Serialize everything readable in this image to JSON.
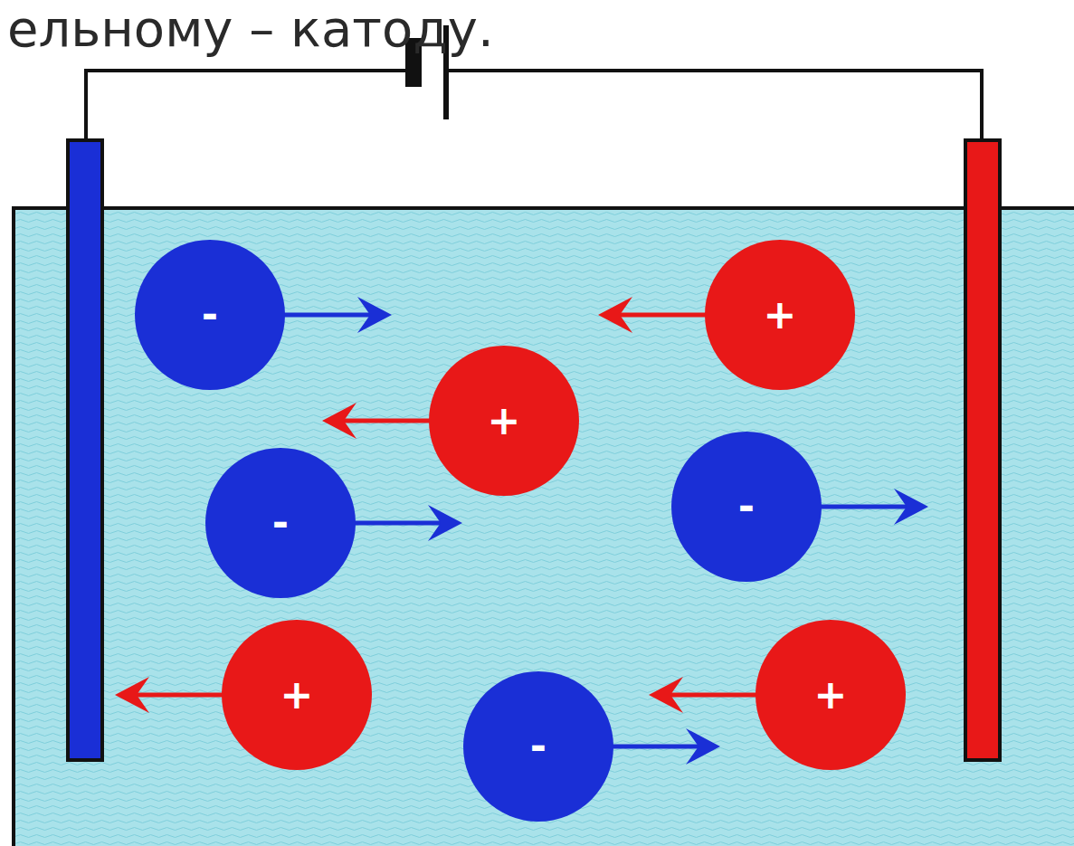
{
  "diagram": {
    "nodes": [
      {
        "text": [
          "-"
        ]
      },
      {
        "text": [
          "+"
        ]
      },
      {
        "text": [
          "+"
        ]
      },
      {
        "text": [
          "-"
        ]
      },
      {
        "text": [
          "-"
        ]
      },
      {
        "text": [
          "+"
        ]
      },
      {
        "text": [
          "+"
        ]
      },
      {
        "text": [
          "-"
        ]
      }
    ],
    "labels": [
      "ельному – катоду."
    ]
  }
}
